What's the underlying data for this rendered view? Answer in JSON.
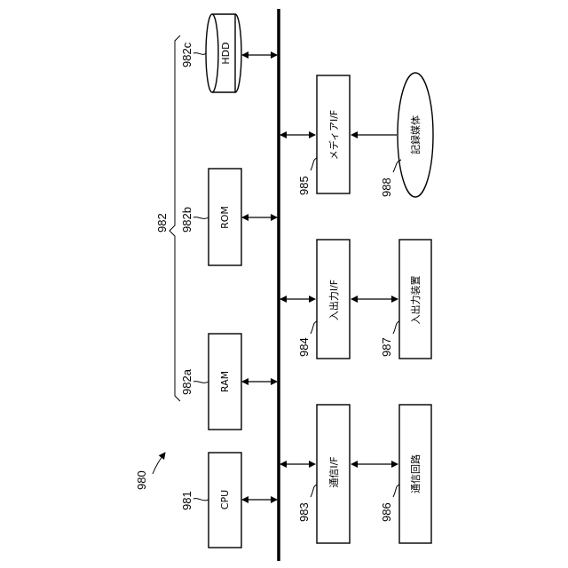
{
  "figure": {
    "ref_system": "980",
    "ref_memory": "982"
  },
  "components": {
    "cpu": {
      "label": "CPU",
      "ref": "981"
    },
    "ram": {
      "label": "RAM",
      "ref": "982a"
    },
    "rom": {
      "label": "ROM",
      "ref": "982b"
    },
    "hdd": {
      "label": "HDD",
      "ref": "982c"
    },
    "comm_if": {
      "label": "通信I/F",
      "ref": "983"
    },
    "io_if": {
      "label": "入出力I/F",
      "ref": "984"
    },
    "media_if": {
      "label": "メディアI/F",
      "ref": "985"
    },
    "comm_line": {
      "label": "通信回路",
      "ref": "986"
    },
    "io_device": {
      "label": "入出力装置",
      "ref": "987"
    },
    "storage": {
      "label": "記録媒体",
      "ref": "988"
    }
  }
}
